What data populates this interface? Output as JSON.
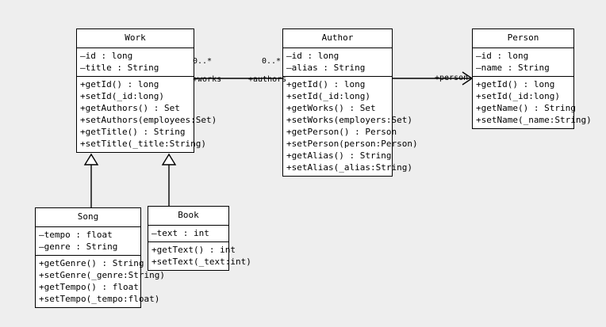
{
  "diagram": {
    "type": "uml-class-diagram",
    "background_color": "#eeeeee",
    "class_fill_color": "#ffffff",
    "line_color": "#000000"
  },
  "classes": {
    "work": {
      "name": "Work",
      "attributes": [
        "–id : long",
        "–title : String"
      ],
      "methods": [
        "+getId() : long",
        "+setId(_id:long)",
        "+getAuthors() : Set",
        "+setAuthors(employees:Set)",
        "+getTitle() : String",
        "+setTitle(_title:String)"
      ]
    },
    "author": {
      "name": "Author",
      "attributes": [
        "–id : long",
        "–alias : String"
      ],
      "methods": [
        "+getId() : long",
        "+setId(_id:long)",
        "+getWorks() : Set",
        "+setWorks(employers:Set)",
        "+getPerson() : Person",
        "+setPerson(person:Person)",
        "+getAlias() : String",
        "+setAlias(_alias:String)"
      ]
    },
    "person": {
      "name": "Person",
      "attributes": [
        "–id : long",
        "–name : String"
      ],
      "methods": [
        "+getId() : long",
        "+setId(_id:long)",
        "+getName() : String",
        "+setName(_name:String)"
      ]
    },
    "song": {
      "name": "Song",
      "attributes": [
        "–tempo : float",
        "–genre : String"
      ],
      "methods": [
        "+getGenre() : String",
        "+setGenre(_genre:String)",
        "+getTempo() : float",
        "+setTempo(_tempo:float)"
      ]
    },
    "book": {
      "name": "Book",
      "attributes": [
        "–text : int"
      ],
      "methods": [
        "+getText() : int",
        "+setText(_text:int)"
      ]
    }
  },
  "relationships": {
    "work_author": {
      "kind": "association",
      "source_multiplicity": "0..*",
      "target_multiplicity": "0..*",
      "source_role": "+works",
      "target_role": "+authors"
    },
    "author_person": {
      "kind": "directed-association",
      "target_role": "+person"
    },
    "song_work": {
      "kind": "generalization"
    },
    "book_work": {
      "kind": "generalization"
    }
  }
}
